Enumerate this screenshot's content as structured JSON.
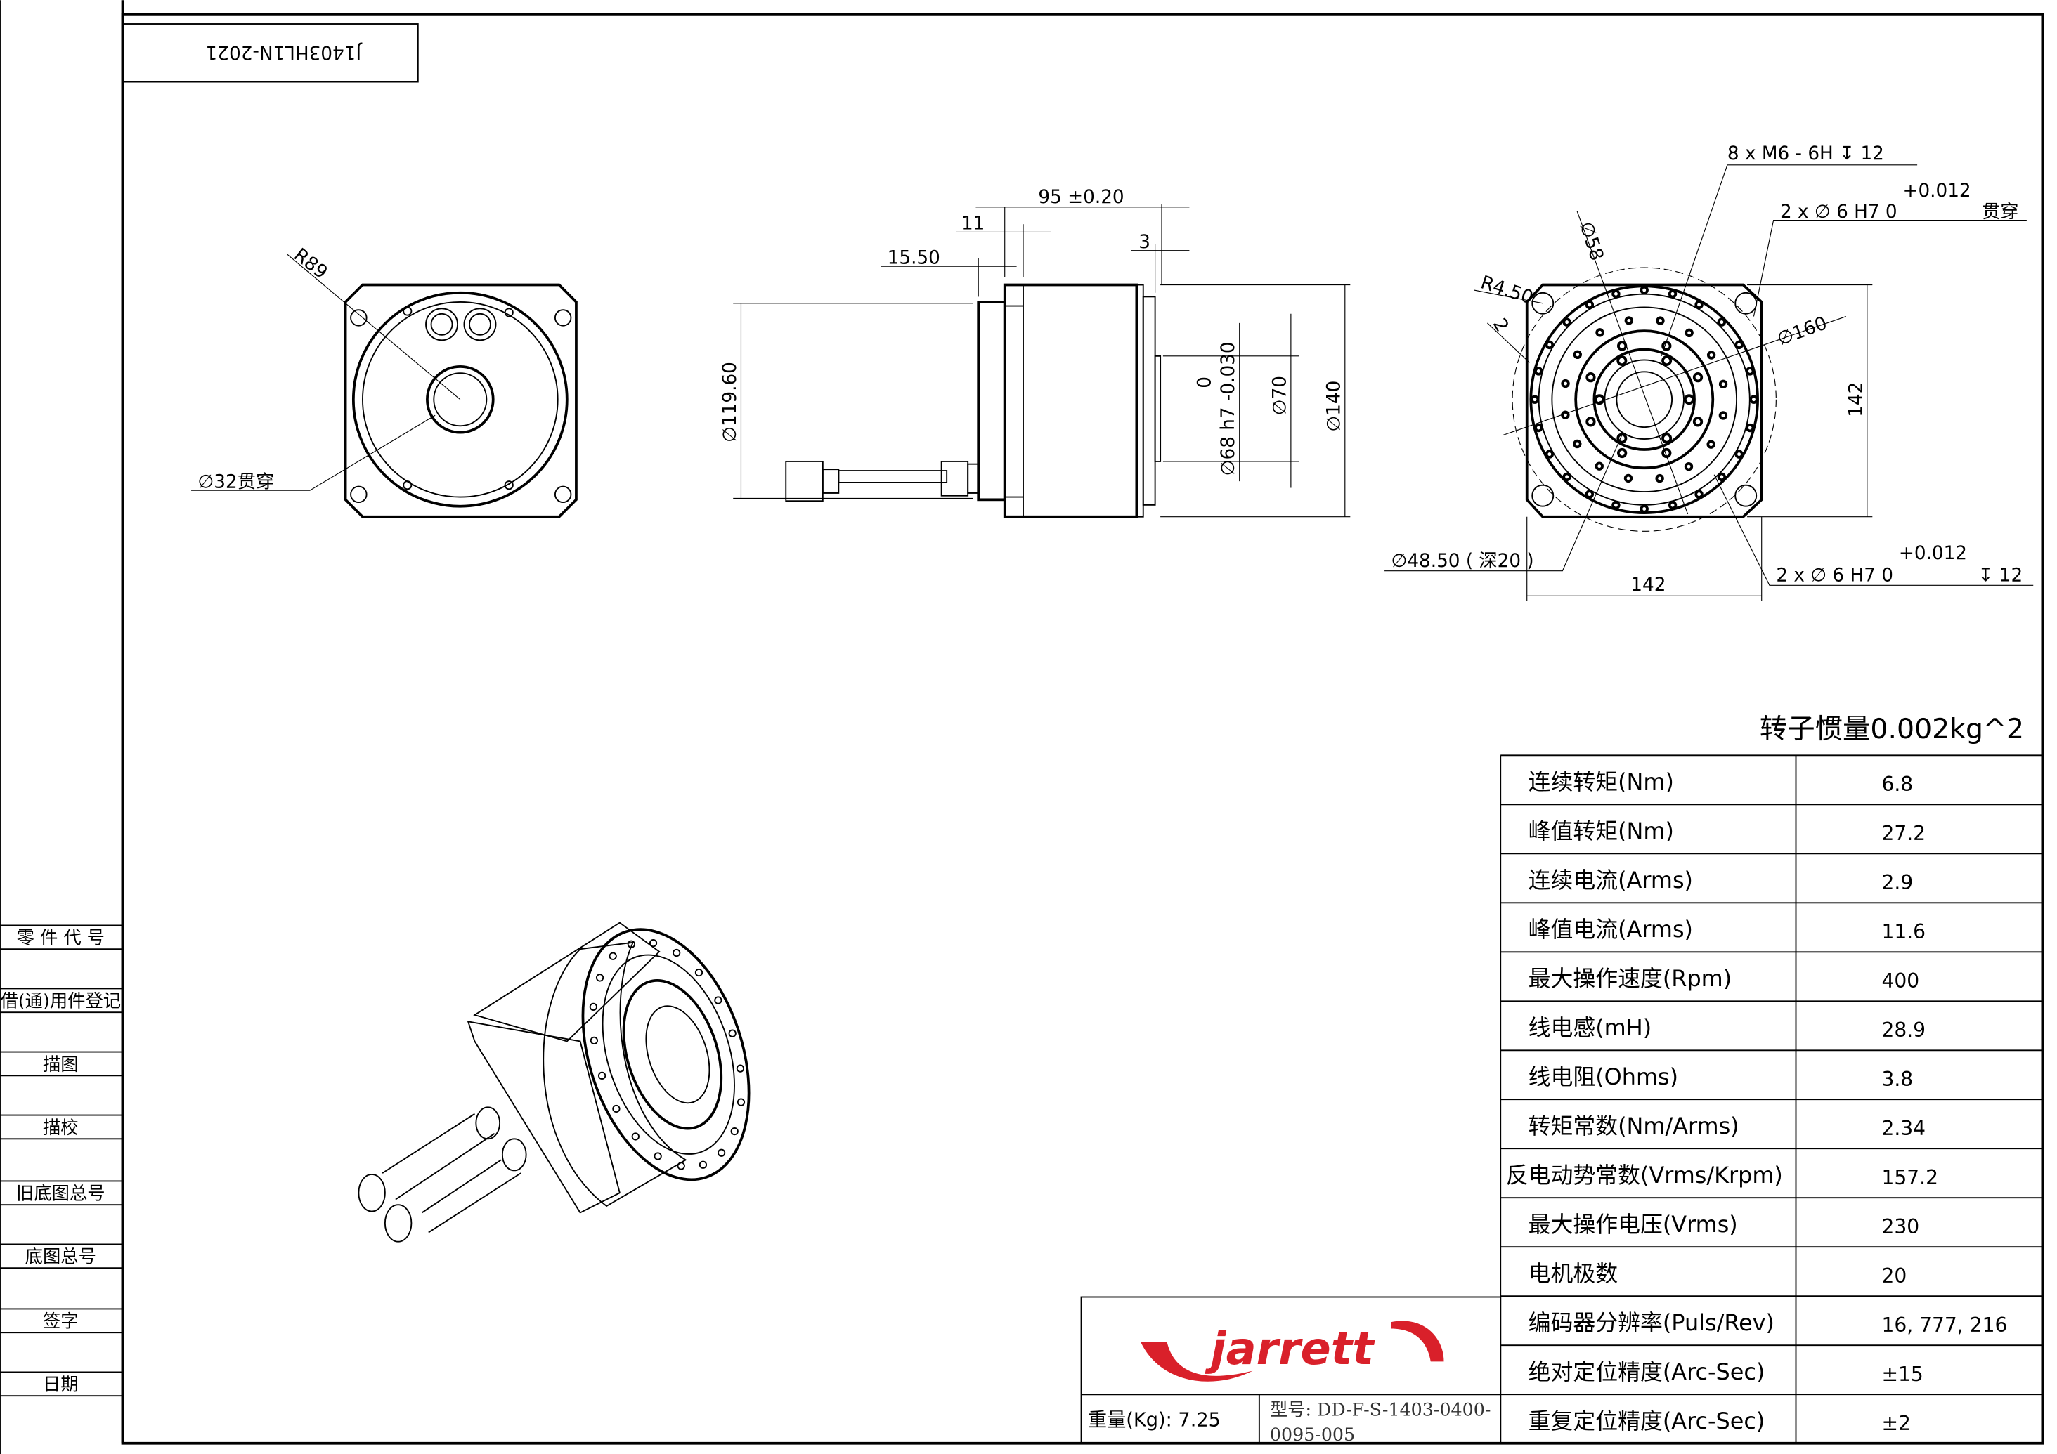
{
  "drawing_number": "J1403HL1N-2021",
  "left_strip": [
    "零 件 代 号",
    "借(通)用件登记",
    "描图",
    "描校",
    "旧底图总号",
    "底图总号",
    "签字",
    "日期"
  ],
  "front_view": {
    "radius_label": "R89",
    "bore_label": "∅32贯穿"
  },
  "side_view": {
    "length": "95 ±0.20",
    "d11": "11",
    "d15": "15.50",
    "d3": "3",
    "dia_119": "∅119.60",
    "pilot_upper": "0",
    "pilot": "∅68 h7 -0.030",
    "dia70": "∅70",
    "dia140": "∅140"
  },
  "rear_view": {
    "thread": "8 x M6 - 6H ↧ 12",
    "pin_top_tol": "+0.012",
    "pin_top": "2 x ∅ 6 H7   0",
    "pin_top_suffix": "贯穿",
    "dia58": "∅58",
    "r450": "R4.50",
    "two": "2",
    "dia160": "∅160",
    "h142": "142",
    "w142": "142",
    "bore": "∅48.50 ( 深20 )",
    "pin_bot_tol": "+0.012",
    "pin_bot": "2 x ∅ 6 H7   0",
    "pin_bot_depth": "↧ 12"
  },
  "inertia": "转子惯量0.002kg^2",
  "specs": [
    {
      "label": "连续转矩(Nm)",
      "value": "6.8"
    },
    {
      "label": "峰值转矩(Nm)",
      "value": "27.2"
    },
    {
      "label": "连续电流(Arms)",
      "value": "2.9"
    },
    {
      "label": "峰值电流(Arms)",
      "value": "11.6"
    },
    {
      "label": "最大操作速度(Rpm)",
      "value": "400"
    },
    {
      "label": "线电感(mH)",
      "value": "28.9"
    },
    {
      "label": "线电阻(Ohms)",
      "value": "3.8"
    },
    {
      "label": "转矩常数(Nm/Arms)",
      "value": "2.34"
    },
    {
      "label": "反电动势常数(Vrms/Krpm)",
      "value": "157.2"
    },
    {
      "label": "最大操作电压(Vrms)",
      "value": "230"
    },
    {
      "label": "电机极数",
      "value": "20"
    },
    {
      "label": "编码器分辨率(Puls/Rev)",
      "value": "16, 777, 216"
    },
    {
      "label": "绝对定位精度(Arc-Sec)",
      "value": "±15"
    },
    {
      "label": "重复定位精度(Arc-Sec)",
      "value": "±2"
    }
  ],
  "title_block": {
    "logo": "jarrett",
    "weight": "重量(Kg):  7.25",
    "model_line1": "型号: DD-F-S-1403-0400-",
    "model_line2": "0095-005"
  },
  "colors": {
    "logo_red": "#d9202a",
    "logo_yellow": "#f2d21b"
  }
}
